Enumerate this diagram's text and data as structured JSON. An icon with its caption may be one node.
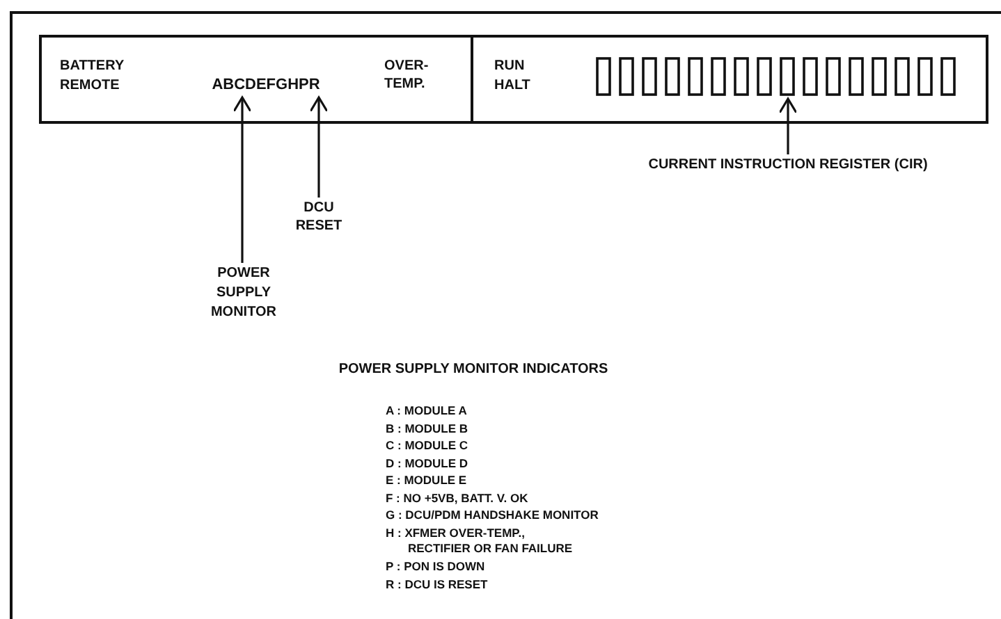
{
  "diagram": {
    "nodes": [
      {
        "text": [],
        "shape": "box"
      },
      {
        "text": [
          "ABCDEFGHPR"
        ],
        "in": 0
      },
      {
        "text": [],
        "shape": "picture",
        "in": 0
      },
      {
        "text": [
          "POWER SUPPLY MONITOR"
        ]
      },
      {
        "text": [
          "DCU RESET"
        ]
      },
      {
        "text": [
          "CURRENT INSTRUCTION REGISTER (CIR)"
        ]
      }
    ],
    "edges": [
      {
        "from": 3,
        "to": 1,
        "arrow": "to"
      },
      {
        "from": 4,
        "to": 1,
        "arrow": "to"
      },
      {
        "from": 5,
        "to": 2,
        "arrow": "to"
      }
    ],
    "labels": [
      "BATTERY",
      "REMOTE",
      "OVER- TEMP.",
      "RUN",
      "HALT",
      "POWER SUPPLY MONITOR INDICATORS",
      "A : MODULE A",
      "B : MODULE B",
      "C : MODULE C",
      "D : MODULE D",
      "E : MODULE E",
      "F : NO +5VB, BATT. V. OK",
      "G : DCU/PDM HANDSHAKE MONITOR",
      "H : XFMER OVER-TEMP., RECTIFIER OR FAN FAILURE",
      "P : PON IS DOWN",
      "R : DCU IS RESET"
    ]
  }
}
